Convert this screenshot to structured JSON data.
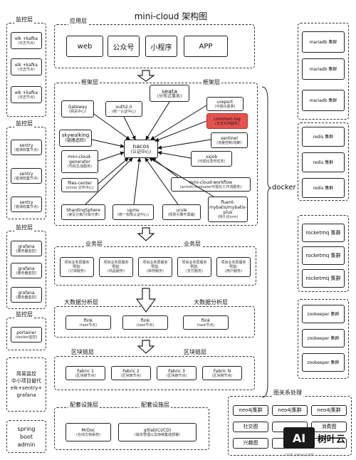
{
  "title": "mini-cloud 架构图",
  "app_layer": {
    "label": "应用层",
    "apps": [
      "web",
      "公众号",
      "小程序",
      "APP"
    ]
  },
  "framework_layer": {
    "label_left": "框架层",
    "label_right": "框架层",
    "center": {
      "name": "nacos",
      "sub": "(认证中心)"
    },
    "components": [
      {
        "name": "Gateway",
        "sub": "(网关中心)"
      },
      {
        "name": "outh2.0",
        "sub": "(统一认证中心)"
      },
      {
        "name": "seata",
        "sub": "(分布式事务)"
      },
      {
        "name": "ureport",
        "sub": "(可视化报表)"
      },
      {
        "name": "common-log",
        "sub": "(日志共用服务)"
      },
      {
        "name": "skywalking",
        "sub": "(链路追踪)"
      },
      {
        "name": "sentinel",
        "sub": "(流量控制/熔断)"
      },
      {
        "name": "mini-cloud-generator",
        "sub": "(代码生成服务)"
      },
      {
        "name": "xxjob",
        "sub": "(可视化定时任务)"
      },
      {
        "name": "files-center",
        "sub": "(minio 文件中心)"
      },
      {
        "name": "mini-cloud-workflow",
        "sub": "(activiti-modueler可视化工作流服务)"
      },
      {
        "name": "ShardingSphere",
        "sub": "(读写分离/分库分表)"
      },
      {
        "name": "upms",
        "sub": "(统一权限认证中心)"
      },
      {
        "name": "urule",
        "sub": "(规则引擎开源版)"
      },
      {
        "name": "fluent-mybatis/mybatis-plus",
        "sub": "(持久化orm)"
      }
    ]
  },
  "business_layer": {
    "label_left": "业务层",
    "label_right": "业务层",
    "services": [
      {
        "name": "项目业务层服务",
        "eg": "例如:",
        "sub": "(订单服务)"
      },
      {
        "name": "项目业务层服务",
        "eg": "例如:",
        "sub": "(商品服务)"
      },
      {
        "name": "项目业务层服务",
        "eg": "例如:",
        "sub": "(库存服务)"
      },
      {
        "name": "项目业务层服务",
        "eg": "例如:",
        "sub": "(支付服务)"
      },
      {
        "name": "项目业务层服务",
        "eg": "例如:",
        "sub": "(用户服务)"
      }
    ]
  },
  "bigdata_layer": {
    "label_left": "大数据分析层",
    "label_right": "大数据分析层",
    "nodes": [
      {
        "name": "flink",
        "sub": "(task节点)"
      },
      {
        "name": "flink",
        "sub": "(task节点)"
      },
      {
        "name": "flink",
        "sub": "(task节点)"
      }
    ]
  },
  "blockchain_layer": {
    "label_left": "区块链层",
    "label_right": "区块链层",
    "nodes": [
      {
        "name": "Fabric 1",
        "sub": "(区块链节点)"
      },
      {
        "name": "Fabric 2",
        "sub": "(区块链节点)"
      },
      {
        "name": "Fabric 3",
        "sub": "(区块链节点)"
      },
      {
        "name": "Fabric N",
        "sub": "(区块链节点)"
      }
    ]
  },
  "config_layer": {
    "label_left": "配套设施层",
    "label_right": "配套设施层",
    "items": [
      {
        "name": "MrDoc",
        "sub": "(在线文档系统)"
      },
      {
        "name": "gitlab(CI/CD)",
        "sub": "(版本管理以及持续集成部署)"
      }
    ]
  },
  "monitor": {
    "label": "监控层",
    "elk": {
      "name": "elk +kafka",
      "sub": "(日志节点)"
    },
    "sentry": {
      "name": "sentry",
      "sub": "(错误收集节点)"
    },
    "grafana": {
      "name": "grafana",
      "sub": "(服务器监控)"
    },
    "portainer": {
      "name": "portainer",
      "sub": "(docker监控)"
    }
  },
  "simple_monitor": [
    "简易监控",
    "中小项目替代",
    "elk+sentry+",
    "grafana"
  ],
  "spring_boot_admin": [
    "spring",
    "boot",
    "admin"
  ],
  "docker_label": "docker",
  "right": {
    "mariadb": "mariadb 集群",
    "redis": "redis 集群",
    "rocketmq": "rocketmq 集群",
    "zookeeper": "zookeeper 集群"
  },
  "graph": {
    "label": "图关系处理",
    "row1": [
      "neo4j集群",
      "neo4j集群",
      "neo4j集群"
    ],
    "row2": [
      "社交图",
      "",
      "消费图"
    ],
    "row3": [
      "兴趣图",
      "",
      ""
    ]
  },
  "watermark": {
    "logo": "AI",
    "text": "树叶云",
    "footer": "CSDN @树叶云大规模"
  }
}
